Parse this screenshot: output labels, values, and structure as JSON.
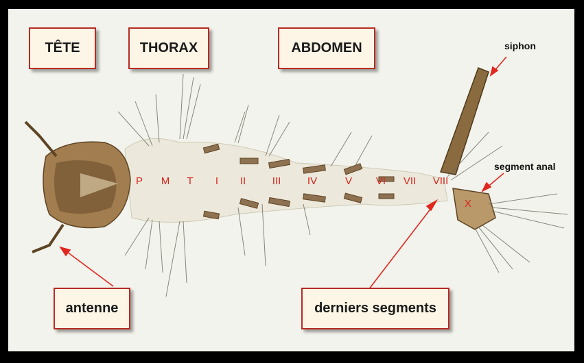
{
  "regions": {
    "head": "TÊTE",
    "thorax": "THORAX",
    "abdomen": "ABDOMEN"
  },
  "callouts": {
    "antenna": "antenne",
    "last_segments": "derniers segments",
    "siphon": "siphon",
    "anal_segment": "segment anal"
  },
  "segments": [
    "P",
    "M",
    "T",
    "I",
    "II",
    "III",
    "IV",
    "V",
    "VI",
    "VII",
    "VIII",
    "X"
  ],
  "colors": {
    "label_border": "#b82a22",
    "label_fill": "#fdf6e6",
    "segment_text": "#d8241e",
    "arrow": "#e0281f",
    "background": "#f2f3ec"
  }
}
